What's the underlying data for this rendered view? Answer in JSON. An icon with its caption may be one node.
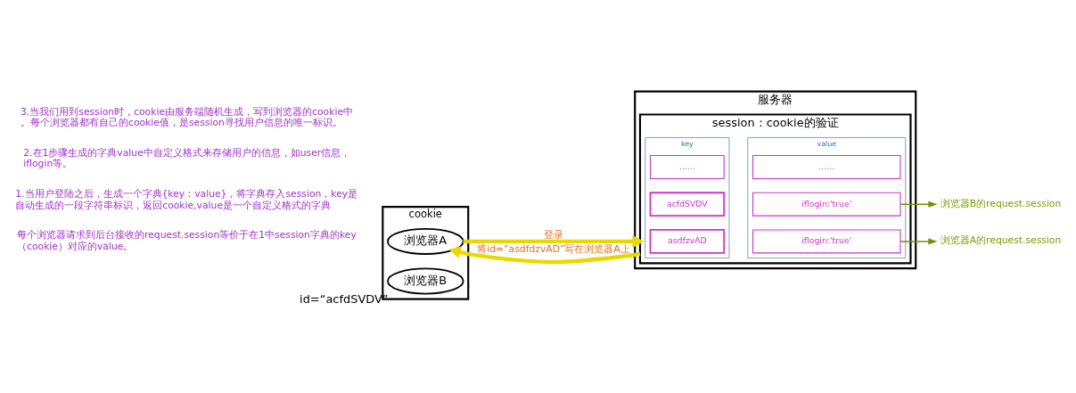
{
  "diagram": {
    "nodes": [
      {
        "text": [
          "cookie"
        ]
      },
      {
        "text": [
          "浏览器A"
        ],
        "in": 0
      },
      {
        "text": [
          "浏览器B"
        ],
        "in": 0,
        "beside": [
          "id=“acfdSVDV”"
        ]
      },
      {
        "text": [
          "服务器"
        ]
      },
      {
        "text": [
          "session：cookie的验证"
        ],
        "in": 3
      },
      {
        "text": [
          "key"
        ],
        "in": 4
      },
      {
        "text": [
          "value"
        ],
        "in": 4
      },
      {
        "text": [
          "asdfzvAD"
        ],
        "in": 5
      },
      {
        "text": [
          "acfdSVDV"
        ],
        "in": 5
      },
      {
        "text": [
          "......"
        ],
        "in": 5
      },
      {
        "text": [
          "iflogin:'true'"
        ],
        "in": 6
      },
      {
        "text": [
          "iflogin:'true'"
        ],
        "in": 6
      },
      {
        "text": [
          "......"
        ],
        "in": 6
      },
      {
        "text": [
          "浏览器A的request.session"
        ]
      },
      {
        "text": [
          "浏览器B的request.session"
        ]
      }
    ],
    "edges": [
      {
        "from": 1,
        "to": 4,
        "arrow": "to",
        "label": "登录",
        "style": "thick",
        "color": "#e8d800"
      },
      {
        "from": 4,
        "to": 1,
        "arrow": "to",
        "label": "将id=“asdfdzvAD”写在浏览器A上",
        "style": "thick",
        "color": "#e8d800"
      },
      {
        "from": 10,
        "to": 13,
        "arrow": "to",
        "color": "#6e9400"
      },
      {
        "from": 11,
        "to": 14,
        "arrow": "to",
        "color": "#6e9400"
      }
    ],
    "labels": [
      "1.当用户登陆之后，生成一个字典{key：value}，将字典存入session，key是自动生成的一段字符串标识，返回cookie,value是一个自定义格式的字典",
      "2.在1步骤生成的字典value中自定义格式来存储用户的信息，如user信息，iflogin等。",
      "3.当我们用到session时，cookie由服务端随机生成，写到浏览器的cookie中。每个浏览器都有自己的cookie值，是session寻找用户信息的唯一标识。",
      "每个浏览器请求到后台接收的request.session等价于在1中session字典的key（cookie）对应的value。"
    ]
  }
}
